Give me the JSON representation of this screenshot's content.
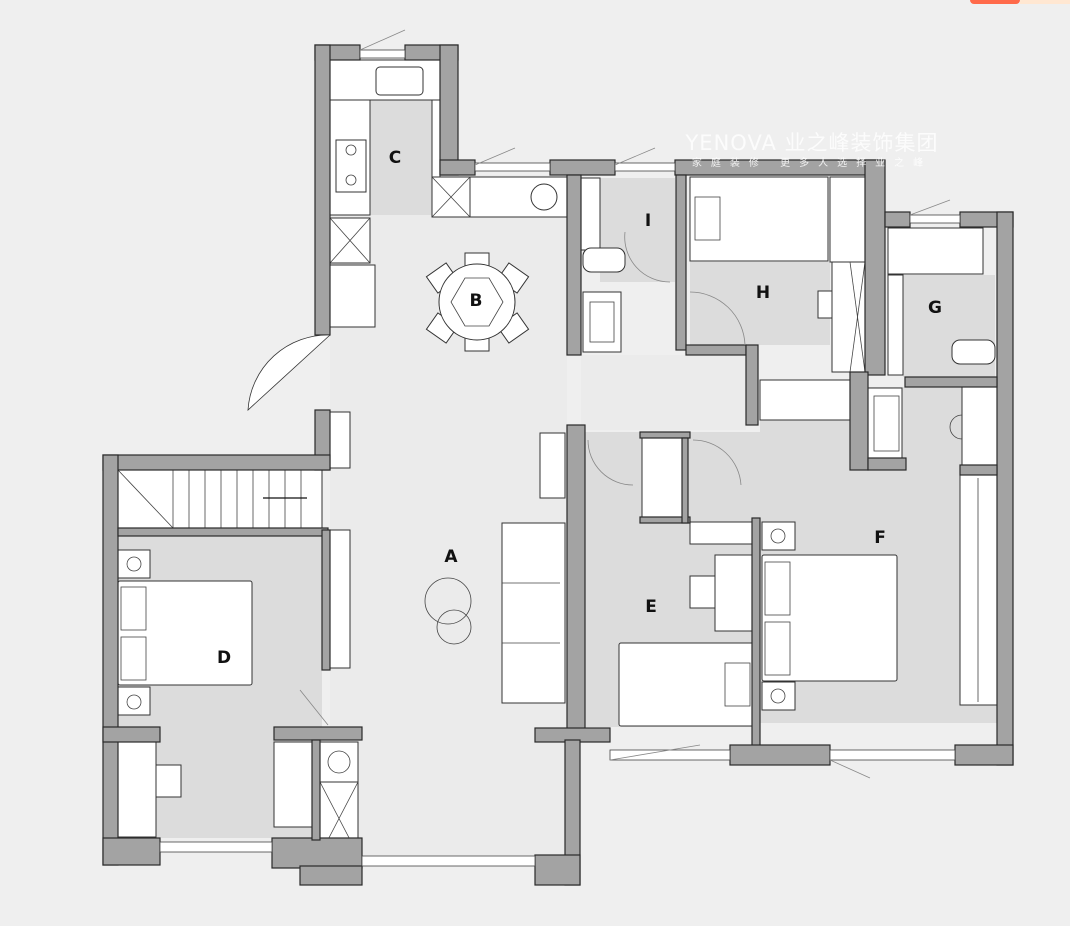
{
  "floorplan": {
    "rooms": {
      "A": "A",
      "B": "B",
      "C": "C",
      "D": "D",
      "E": "E",
      "F": "F",
      "G": "G",
      "H": "H",
      "I": "I"
    }
  },
  "watermark": {
    "brand": "YENOVA 业之峰装饰集团",
    "slogan": "家庭装修 更多人选择业之峰"
  },
  "colors": {
    "wall": "#a3a3a3",
    "room_floor": "#dcdcdc",
    "hall_floor": "#ebebeb",
    "background": "#efefef"
  }
}
